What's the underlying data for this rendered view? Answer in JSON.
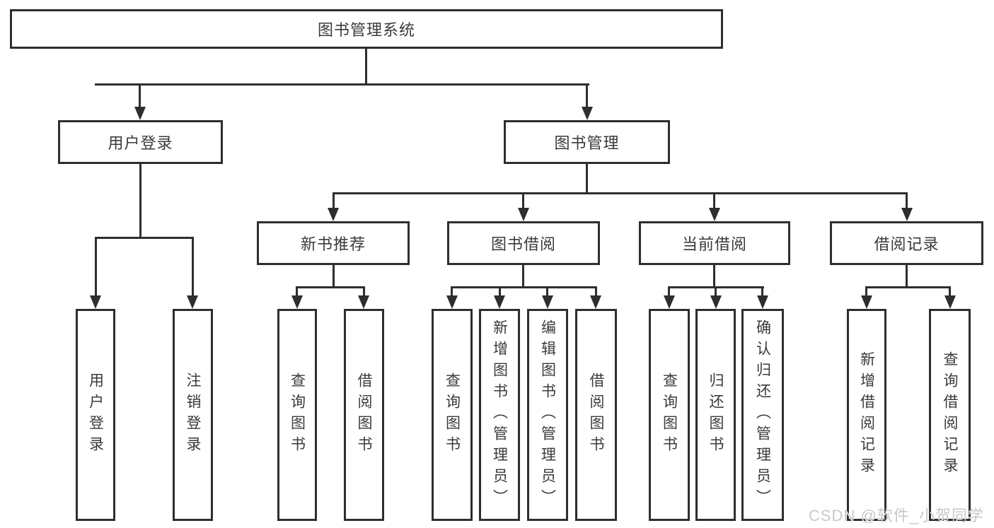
{
  "diagram": {
    "watermark": "CSDN @软件_小贺同学",
    "colors": {
      "background": "#ffffff",
      "line": "#2e2e2e",
      "box_border": "#2e2e2e",
      "box_fill": "#ffffff",
      "text": "#3a3a3a",
      "watermark": "#c8c8c8"
    },
    "tree": {
      "label": "图书管理系统",
      "children": [
        {
          "label": "用户登录",
          "children": [
            {
              "label": "用户登录"
            },
            {
              "label": "注销登录"
            }
          ]
        },
        {
          "label": "图书管理",
          "children": [
            {
              "label": "新书推荐",
              "children": [
                {
                  "label": "查询图书"
                },
                {
                  "label": "借阅图书"
                }
              ]
            },
            {
              "label": "图书借阅",
              "children": [
                {
                  "label": "查询图书"
                },
                {
                  "label": "新增图书（管理员）"
                },
                {
                  "label": "编辑图书（管理员）"
                },
                {
                  "label": "借阅图书"
                }
              ]
            },
            {
              "label": "当前借阅",
              "children": [
                {
                  "label": "查询图书"
                },
                {
                  "label": "归还图书"
                },
                {
                  "label": "确认归还（管理员）"
                }
              ]
            },
            {
              "label": "借阅记录",
              "children": [
                {
                  "label": "新增借阅记录"
                },
                {
                  "label": "查询借阅记录"
                }
              ]
            }
          ]
        }
      ]
    }
  }
}
